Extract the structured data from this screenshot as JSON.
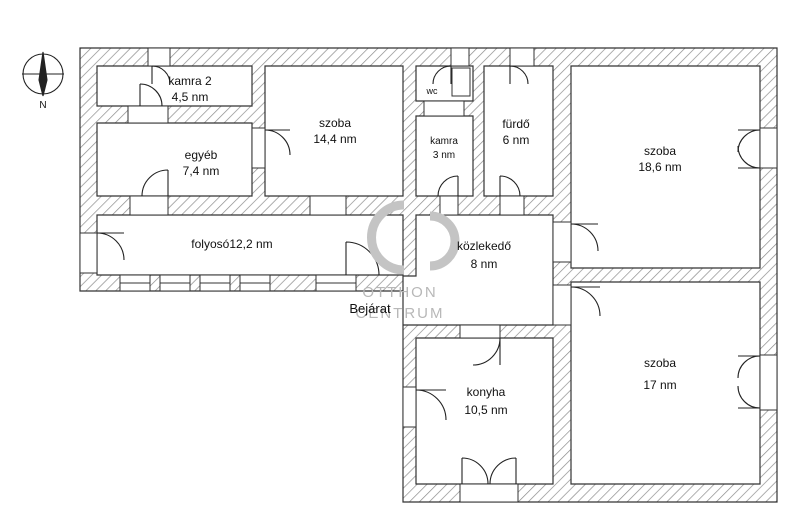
{
  "compass": {
    "north_label": "N",
    "icon": "north-arrow-compass"
  },
  "rooms": [
    {
      "id": "kamra2",
      "name": "kamra 2",
      "area": "4,5 nm"
    },
    {
      "id": "szoba1",
      "name": "szoba",
      "area": "14,4 nm"
    },
    {
      "id": "wc",
      "name": "wc",
      "area": ""
    },
    {
      "id": "kamra",
      "name": "kamra",
      "area": "3 nm"
    },
    {
      "id": "furdo",
      "name": "fürdő",
      "area": "6 nm"
    },
    {
      "id": "szoba2",
      "name": "szoba",
      "area": "18,6 nm"
    },
    {
      "id": "egyeb",
      "name": "egyéb",
      "area": "7,4 nm"
    },
    {
      "id": "folyoso",
      "name": "folyosó12,2 nm",
      "area": ""
    },
    {
      "id": "kozlekedo",
      "name": "közlekedő",
      "area": "8 nm"
    },
    {
      "id": "konyha",
      "name": "konyha",
      "area": "10,5 nm"
    },
    {
      "id": "szoba3",
      "name": "szoba",
      "area": "17 nm"
    }
  ],
  "entrance_label": "Bejárat",
  "watermark": {
    "logo": "OC",
    "line1": "OTTHON",
    "line2": "CENTRUM"
  },
  "colors": {
    "wall_outline": "#333333",
    "hatch": "#9a9a9a",
    "watermark": "#bdbdbd",
    "floor": "#ffffff"
  }
}
